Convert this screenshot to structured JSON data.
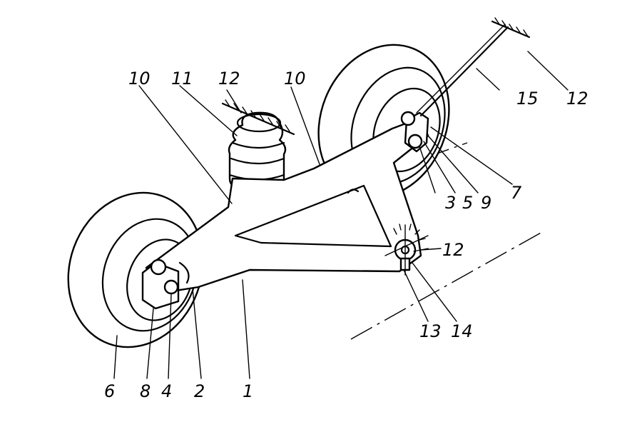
{
  "labels": {
    "frame": "1",
    "bracket_left": "2",
    "axle_right": "3",
    "axle_left": "4",
    "bearing_right": "5",
    "wheel_left": "6",
    "bracket_right": "7",
    "bolt_left": "8",
    "bolt_right": "9",
    "arm_left": "10",
    "arm_right": "10",
    "spring": "11",
    "ground_spring": "12",
    "ground_cable": "12",
    "ground_pivot": "12",
    "pivot_joint": "13",
    "pivot_pin": "14",
    "cable": "15"
  }
}
